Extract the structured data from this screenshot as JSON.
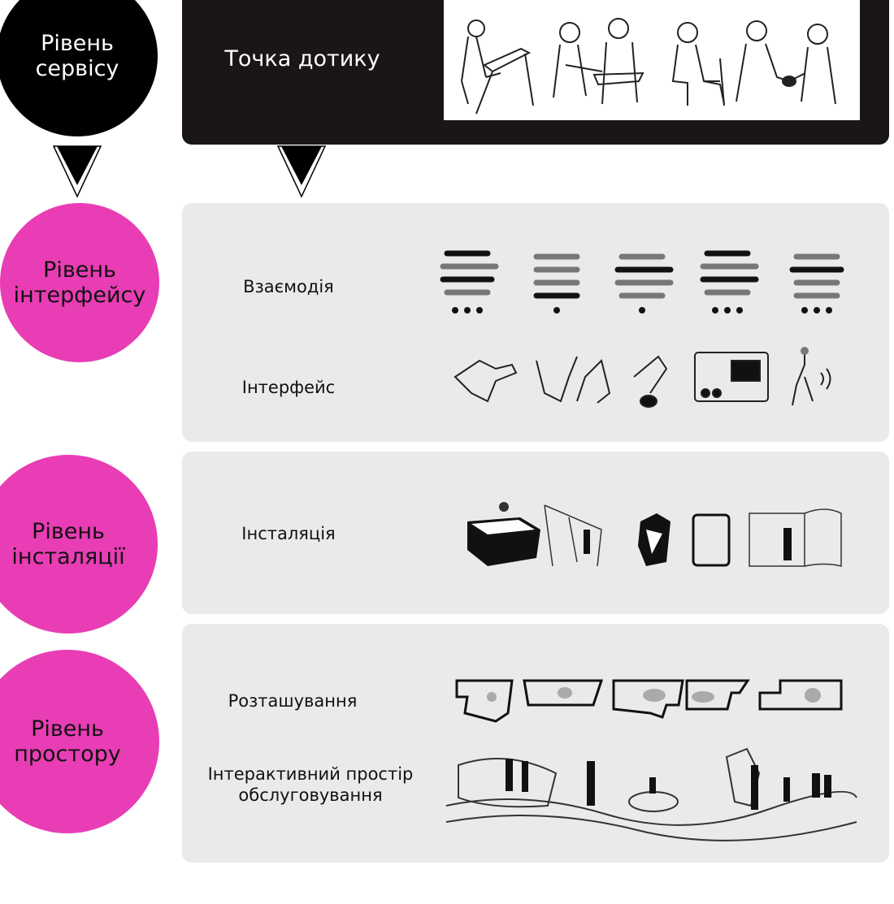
{
  "levels": {
    "service": {
      "label": "Рівень\nсервісу",
      "color": "#000000"
    },
    "interface": {
      "label": "Рівень\nінтерфейсу",
      "color": "#e83db4"
    },
    "installation": {
      "label": "Рівень\nінсталяції",
      "color": "#e83db4"
    },
    "space": {
      "label": "Рівень\nпростору",
      "color": "#e83db4"
    }
  },
  "rows": {
    "touchpoint": "Точка дотику",
    "interaction": "Взаємодія",
    "interface": "Інтерфейс",
    "installation": "Інсталяція",
    "location": "Розташування",
    "interactive_space": "Інтерактивний простір\nобслуговування"
  },
  "colors": {
    "accent": "#e83db4",
    "dark_panel": "#1a1617",
    "light_panel": "#ebeaea"
  }
}
